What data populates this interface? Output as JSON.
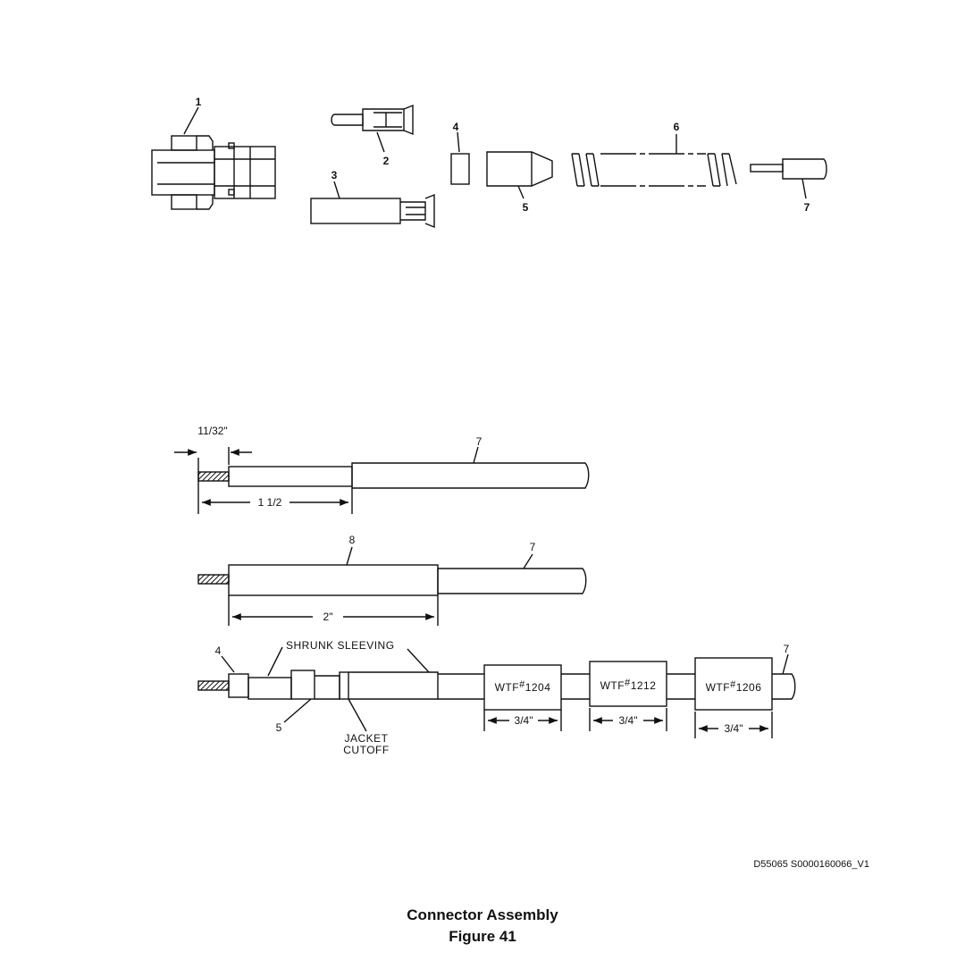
{
  "exploded_view": {
    "callouts": [
      "1",
      "2",
      "3",
      "4",
      "5",
      "6",
      "7"
    ]
  },
  "cable_prep": {
    "step1": {
      "strip_dim": "11/32\"",
      "jacket_dim": "1 1/2",
      "cable_callout": "7"
    },
    "step2": {
      "sleeve_callout": "8",
      "cable_callout": "7",
      "sleeve_dim": "2\""
    },
    "step3": {
      "callout_4": "4",
      "callout_5": "5",
      "callout_7": "7",
      "shrunk_label": "SHRUNK SLEEVING",
      "jacket_label_1": "JACKET",
      "jacket_label_2": "CUTOFF",
      "markers": [
        {
          "text": "WTF",
          "num": "1204",
          "dim": "3/4\""
        },
        {
          "text": "WTF",
          "num": "1212",
          "dim": "3/4\""
        },
        {
          "text": "WTF",
          "num": "1206",
          "dim": "3/4\""
        }
      ],
      "hash": "#"
    }
  },
  "reference_code": "D55065 S0000160066_V1",
  "caption": {
    "title": "Connector Assembly",
    "figure": "Figure 41"
  }
}
